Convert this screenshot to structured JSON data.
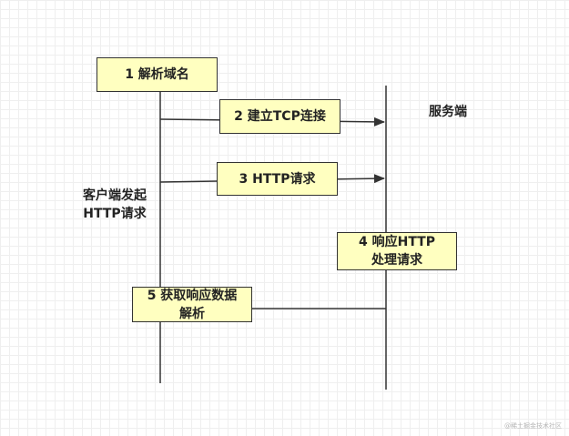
{
  "steps": {
    "resolve_domain": "1 解析域名",
    "tcp_connect": "2 建立TCP连接",
    "http_request": "3 HTTP请求",
    "server_response": {
      "line1": "4 响应HTTP",
      "line2": "处理请求"
    },
    "parse_response": {
      "line1": "5 获取响应数据",
      "line2": "解析"
    }
  },
  "actors": {
    "client": {
      "line1": "客户端发起",
      "line2": "HTTP请求"
    },
    "server": "服务端"
  },
  "watermark": "@稀土掘金技术社区",
  "colors": {
    "box_fill": "#ffffc0",
    "stroke": "#333333"
  }
}
